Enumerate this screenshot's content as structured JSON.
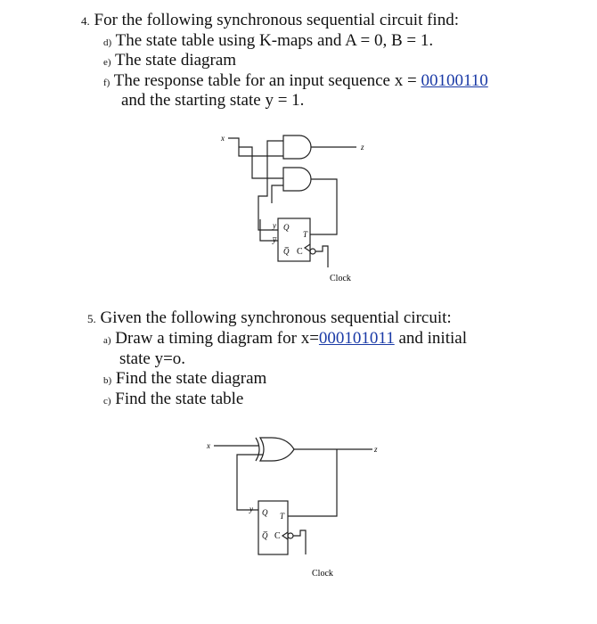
{
  "q4": {
    "number": "4.",
    "title": "For the following synchronous sequential circuit find:",
    "items": [
      {
        "marker": "d)",
        "text": "The state table using K-maps and A = 0, B = 1."
      },
      {
        "marker": "e)",
        "text": "The state diagram"
      },
      {
        "marker": "f)",
        "text": "The response table for an input sequence x = ",
        "link": "00100110"
      }
    ],
    "item_cont": "and the starting state y = 1.",
    "circuit": {
      "input": "x",
      "output": "z",
      "clock": "Clock",
      "ff_q": "Q",
      "ff_qbar": "Q̅",
      "ff_t": "T",
      "ff_c": "C",
      "y": "y",
      "ybar": "y̅"
    }
  },
  "q5": {
    "number": "5.",
    "title": "Given the following synchronous sequential circuit:",
    "items": [
      {
        "marker": "a)",
        "text": "Draw a timing diagram for x=",
        "link": "000101011",
        "after": " and initial"
      },
      {
        "marker": "b)",
        "text": "Find the state diagram"
      },
      {
        "marker": "c)",
        "text": "Find the state table"
      }
    ],
    "item_cont": "state y=o.",
    "circuit": {
      "input": "x",
      "output": "z",
      "clock": "Clock",
      "ff_q": "Q",
      "ff_qbar": "Q̅",
      "ff_t": "T",
      "ff_c": "C",
      "y": "y"
    }
  }
}
